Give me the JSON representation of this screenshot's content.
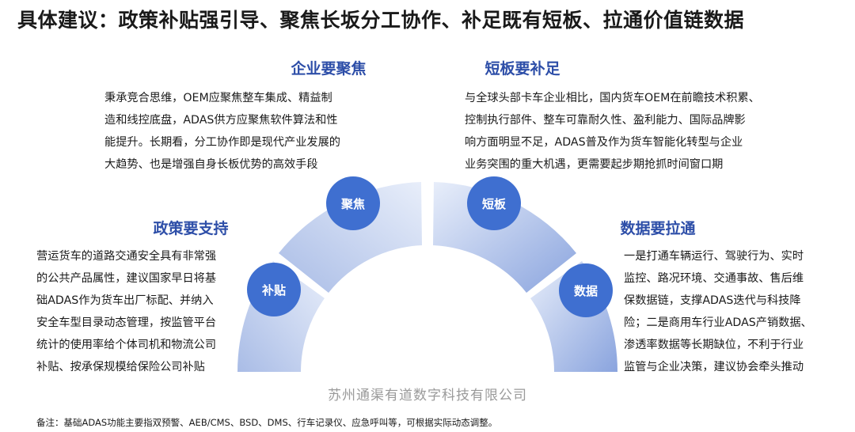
{
  "title": "具体建议：政策补贴强引导、聚焦长坂分工协作、补足既有短板、拉通价值链数据",
  "sections": {
    "focus": {
      "heading": "企业要聚焦",
      "circle": "聚焦",
      "lines": [
        "秉承竞合思维，OEM应聚焦整车集成、精益制",
        "造和线控底盘，ADAS供方应聚焦软件算法和性",
        "能提升。长期看，分工协作即是现代产业发展的",
        "大趋势、也是增强自身长板优势的高效手段"
      ]
    },
    "shortboard": {
      "heading": "短板要补足",
      "circle": "短板",
      "lines": [
        "与全球头部卡车企业相比，国内货车OEM在前瞻技术积累、",
        "控制执行部件、整车可靠耐久性、盈利能力、国际品牌影",
        "响方面明显不足，ADAS普及作为货车智能化转型与企业",
        "业务突围的重大机遇，更需要起步期抢抓时间窗口期"
      ]
    },
    "policy": {
      "heading": "政策要支持",
      "circle": "补贴",
      "lines": [
        "营运货车的道路交通安全具有非常强",
        "的公共产品属性，建议国家早日将基",
        "础ADAS作为货车出厂标配、并纳入",
        "安全车型目录动态管理，按监管平台",
        "统计的使用率给个体司机和物流公司",
        "补贴、按承保规模给保险公司补贴"
      ]
    },
    "data": {
      "heading": "数据要拉通",
      "circle": "数据",
      "lines": [
        "一是打通车辆运行、驾驶行为、实时",
        "监控、路况环境、交通事故、售后维",
        "保数据链，支撑ADAS迭代与科技降",
        "险；二是商用车行业ADAS产销数据、",
        "渗透率数据等长期缺位，不利于行业",
        "监管与企业决策，建议协会牵头推动"
      ]
    }
  },
  "company": "苏州通渠有道数字科技有限公司",
  "note": "备注：基础ADAS功能主要指双预警、AEB/CMS、BSD、DMS、行车记录仪、应急呼叫等，可根据实际动态调整。",
  "colors": {
    "heading": "#2d4ea8",
    "circle": "#3f6fd0",
    "arc_light": "#dfe7f6",
    "arc_dark": "#8ea8df"
  }
}
